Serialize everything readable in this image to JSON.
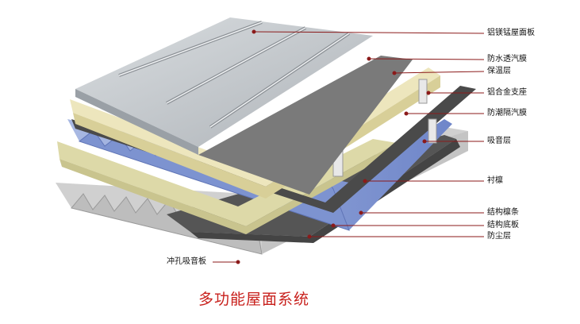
{
  "title": "多功能屋面系统",
  "layers": [
    {
      "label": "铝镁锰屋面板"
    },
    {
      "label": "防水透汽膜"
    },
    {
      "label": "保温层"
    },
    {
      "label": "铝合金支座"
    },
    {
      "label": "防潮隔汽膜"
    },
    {
      "label": "吸音层"
    },
    {
      "label": "衬檩"
    },
    {
      "label": "结构檩条"
    },
    {
      "label": "结构底板"
    },
    {
      "label": "防尘层"
    },
    {
      "label": "冲孔吸音板"
    }
  ],
  "colors": {
    "leader": "#8b1a1a",
    "title": "#c8201c",
    "roof_panel": "#c9cdd1",
    "membrane": "#6f6f6f",
    "insulation": "#e8e1b5",
    "vapor": "#4a4a4a",
    "absorb": "#ddd9a8",
    "deck_blue": "#8fa3d6",
    "perforated": "#cfcfcf"
  }
}
